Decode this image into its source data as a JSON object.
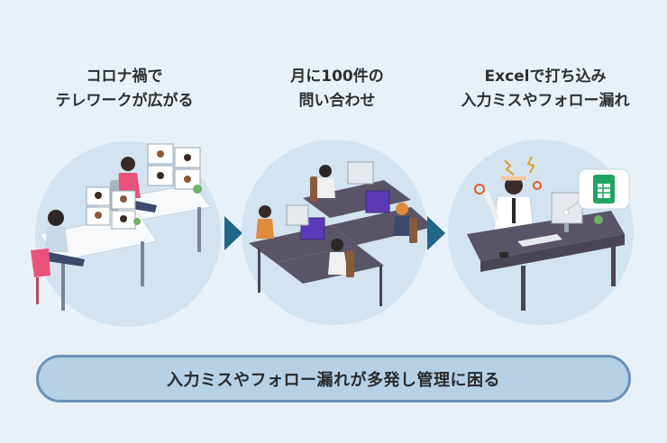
{
  "steps": [
    {
      "title_line1": "コロナ禍で",
      "title_line2": "テレワークが広がる"
    },
    {
      "title_line1": "月に100件の",
      "title_line2": "問い合わせ"
    },
    {
      "title_line1": "Excelで打ち込み",
      "title_line2": "入力ミスやフォロー漏れ"
    }
  ],
  "banner": {
    "text": "入力ミスやフォロー漏れが多発し管理に困る"
  },
  "colors": {
    "background": "#e8f1f8",
    "circle": "#d3e3f0",
    "arrow": "#1f6689",
    "banner_fill": "#b6d0e6",
    "banner_border": "#6b92b8",
    "desk_top": "#5a5566",
    "sheets_green": "#1fa463"
  }
}
